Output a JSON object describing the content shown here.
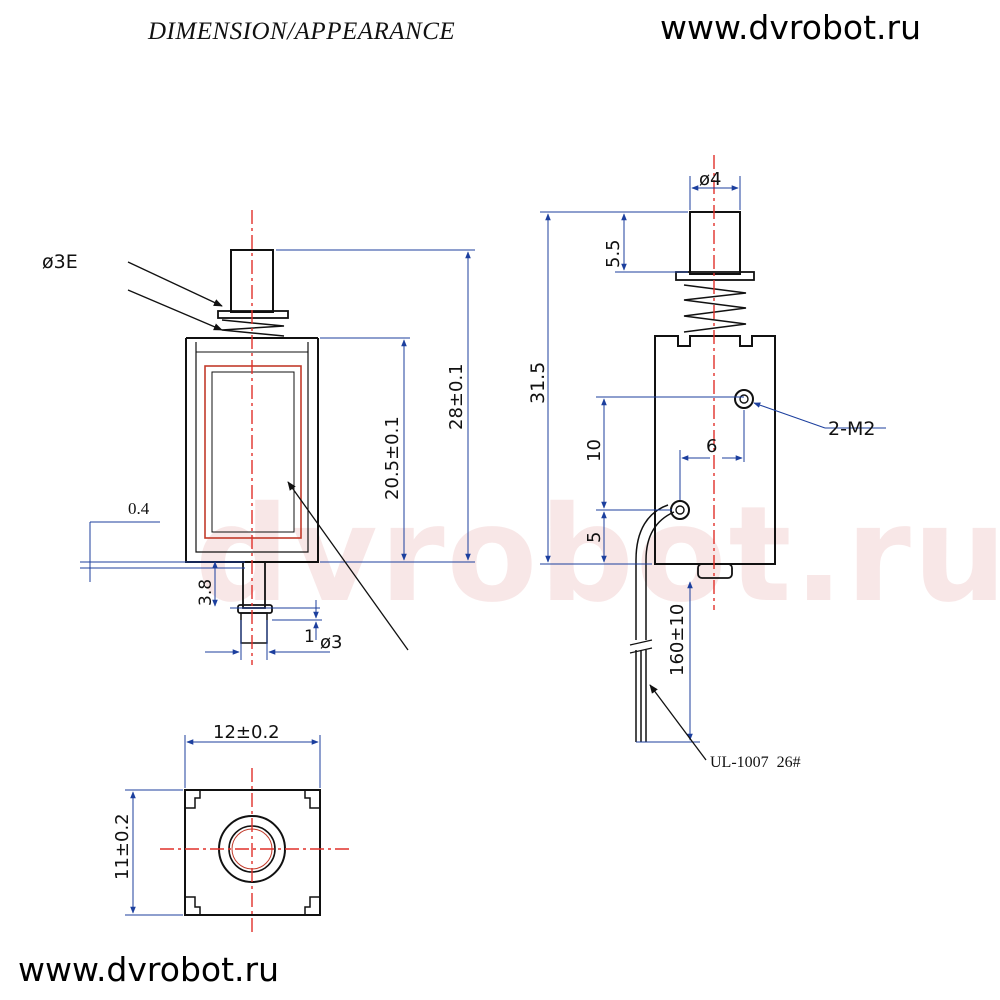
{
  "header": {
    "title": "DIMENSION/APPEARANCE",
    "website": "www.dvrobot.ru"
  },
  "footer": {
    "website": "www.dvrobot.ru"
  },
  "watermark": {
    "text": "dvrobot.ru"
  },
  "front_view": {
    "plunger_label": "ø3E",
    "offset_label": "0.4",
    "height_total": "28±0.1",
    "height_frame": "20.5±0.1",
    "shaft_length": "3.8",
    "shaft_step": "1",
    "shaft_diameter": "ø3"
  },
  "side_view": {
    "plunger_diameter": "ø4",
    "plunger_height": "5.5",
    "overall_height": "31.5",
    "hole_spacing_vertical": "10",
    "hole_offset": "6",
    "hole_bottom": "5",
    "mount_holes": "2-M2",
    "wire_length": "160±10",
    "wire_spec": "UL-1007  26#"
  },
  "top_view": {
    "width": "12±0.2",
    "depth": "11±0.2"
  },
  "colors": {
    "centerline": "#e0302a",
    "dimension": "#1c3f9e",
    "outline": "#111111",
    "watermark": "#d67878"
  }
}
